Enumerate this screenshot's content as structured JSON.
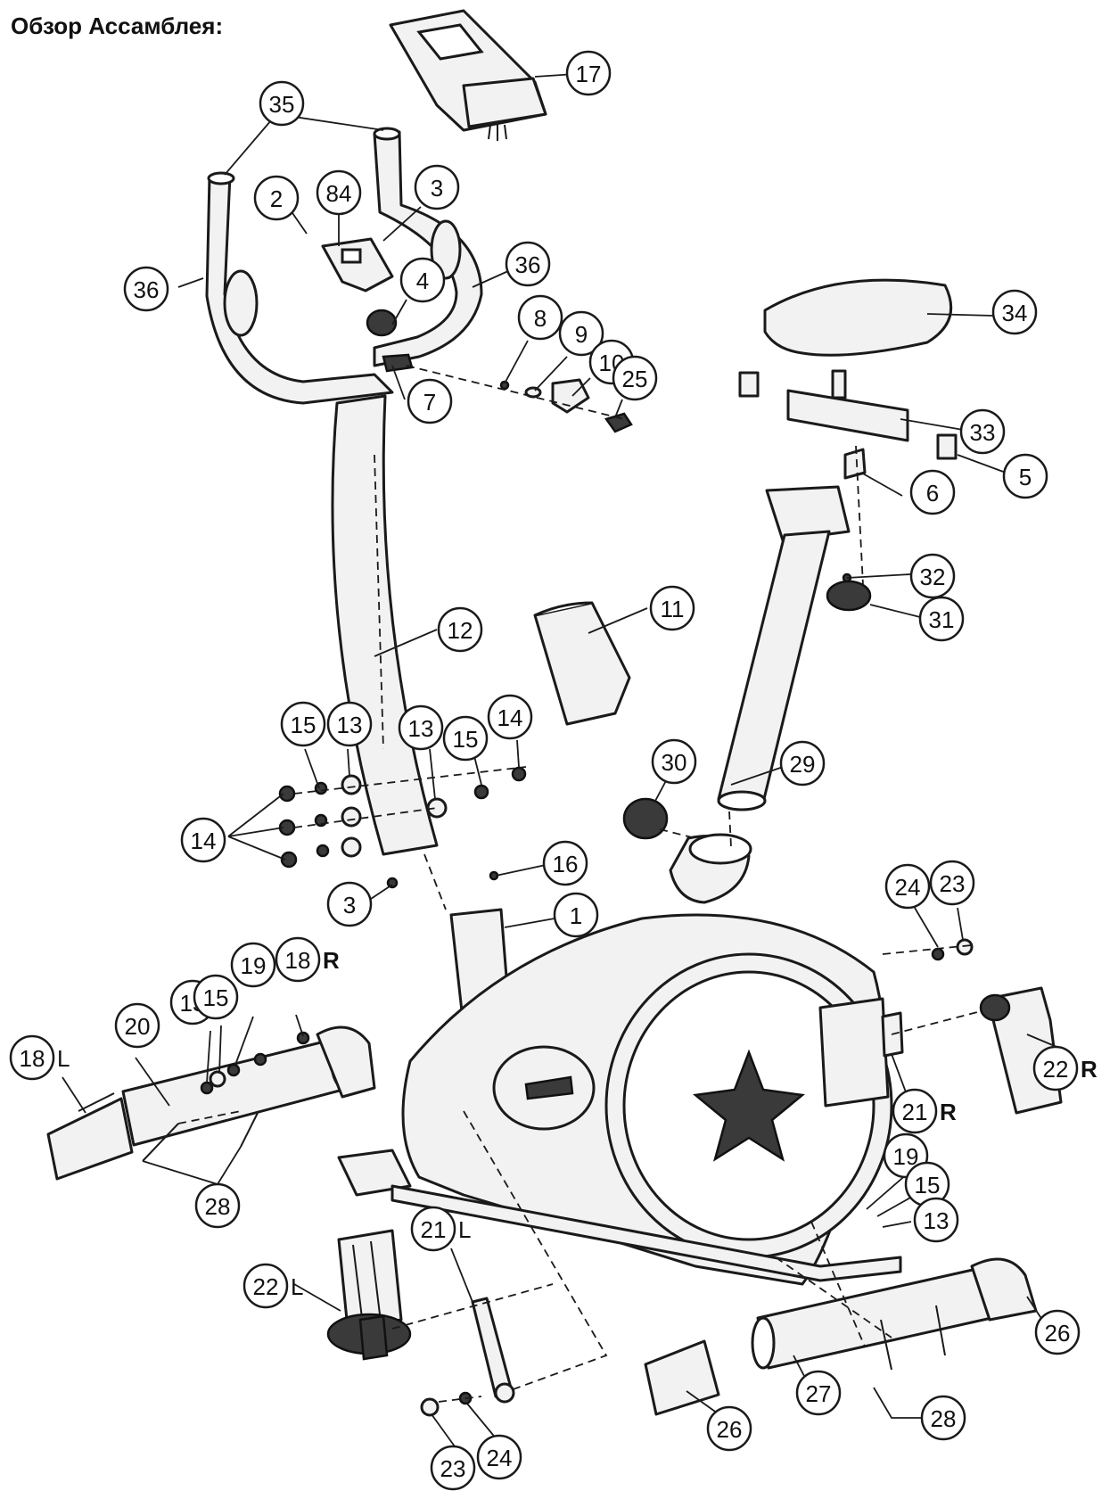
{
  "title": "Обзор Ассамблея:",
  "callouts": [
    {
      "id": "c17",
      "label": "17",
      "suffix": ""
    },
    {
      "id": "c35",
      "label": "35",
      "suffix": ""
    },
    {
      "id": "c84",
      "label": "84",
      "suffix": ""
    },
    {
      "id": "c2",
      "label": "2",
      "suffix": ""
    },
    {
      "id": "c3a",
      "label": "3",
      "suffix": ""
    },
    {
      "id": "c36a",
      "label": "36",
      "suffix": ""
    },
    {
      "id": "c36b",
      "label": "36",
      "suffix": ""
    },
    {
      "id": "c4",
      "label": "4",
      "suffix": ""
    },
    {
      "id": "c8",
      "label": "8",
      "suffix": ""
    },
    {
      "id": "c9",
      "label": "9",
      "suffix": ""
    },
    {
      "id": "c10",
      "label": "10",
      "suffix": ""
    },
    {
      "id": "c25",
      "label": "25",
      "suffix": ""
    },
    {
      "id": "c7",
      "label": "7",
      "suffix": ""
    },
    {
      "id": "c34",
      "label": "34",
      "suffix": ""
    },
    {
      "id": "c33",
      "label": "33",
      "suffix": ""
    },
    {
      "id": "c5",
      "label": "5",
      "suffix": ""
    },
    {
      "id": "c6",
      "label": "6",
      "suffix": ""
    },
    {
      "id": "c32",
      "label": "32",
      "suffix": ""
    },
    {
      "id": "c31",
      "label": "31",
      "suffix": ""
    },
    {
      "id": "c11",
      "label": "11",
      "suffix": ""
    },
    {
      "id": "c12",
      "label": "12",
      "suffix": ""
    },
    {
      "id": "c15a",
      "label": "15",
      "suffix": ""
    },
    {
      "id": "c13a",
      "label": "13",
      "suffix": ""
    },
    {
      "id": "c13b",
      "label": "13",
      "suffix": ""
    },
    {
      "id": "c15b",
      "label": "15",
      "suffix": ""
    },
    {
      "id": "c14a",
      "label": "14",
      "suffix": ""
    },
    {
      "id": "c30",
      "label": "30",
      "suffix": ""
    },
    {
      "id": "c29",
      "label": "29",
      "suffix": ""
    },
    {
      "id": "c14b",
      "label": "14",
      "suffix": ""
    },
    {
      "id": "c3b",
      "label": "3",
      "suffix": ""
    },
    {
      "id": "c16",
      "label": "16",
      "suffix": ""
    },
    {
      "id": "c1",
      "label": "1",
      "suffix": ""
    },
    {
      "id": "c24a",
      "label": "24",
      "suffix": ""
    },
    {
      "id": "c23a",
      "label": "23",
      "suffix": ""
    },
    {
      "id": "c19a",
      "label": "19",
      "suffix": ""
    },
    {
      "id": "c18r",
      "label": "18",
      "suffix": "R"
    },
    {
      "id": "c13c",
      "label": "13",
      "suffix": ""
    },
    {
      "id": "c15c",
      "label": "15",
      "suffix": ""
    },
    {
      "id": "c20",
      "label": "20",
      "suffix": ""
    },
    {
      "id": "c18l",
      "label": "18",
      "suffix": "L"
    },
    {
      "id": "c22r",
      "label": "22",
      "suffix": "R"
    },
    {
      "id": "c21r",
      "label": "21",
      "suffix": "R"
    },
    {
      "id": "c28a",
      "label": "28",
      "suffix": ""
    },
    {
      "id": "c19b",
      "label": "19",
      "suffix": ""
    },
    {
      "id": "c15d",
      "label": "15",
      "suffix": ""
    },
    {
      "id": "c13d",
      "label": "13",
      "suffix": ""
    },
    {
      "id": "c21l",
      "label": "21",
      "suffix": "L"
    },
    {
      "id": "c22l",
      "label": "22",
      "suffix": "L"
    },
    {
      "id": "c26a",
      "label": "26",
      "suffix": ""
    },
    {
      "id": "c26b",
      "label": "26",
      "suffix": ""
    },
    {
      "id": "c27",
      "label": "27",
      "suffix": ""
    },
    {
      "id": "c28b",
      "label": "28",
      "suffix": ""
    },
    {
      "id": "c23b",
      "label": "23",
      "suffix": ""
    },
    {
      "id": "c24b",
      "label": "24",
      "suffix": ""
    }
  ]
}
